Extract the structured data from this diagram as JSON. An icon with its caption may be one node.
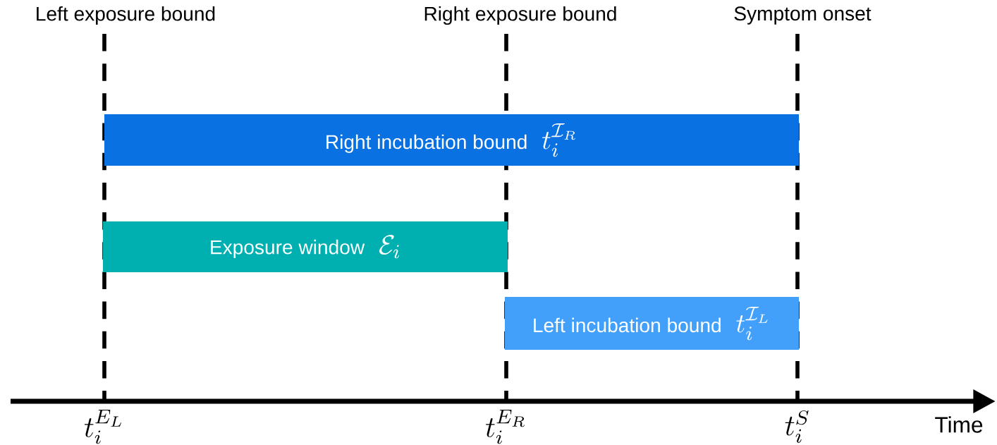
{
  "diagram": {
    "nodes": [
      {
        "text": [
          "Right incubation bound",
          "t_i^{\\mathcal{I}_R}"
        ]
      },
      {
        "text": [
          "Exposure window",
          "\\mathcal{E}_i"
        ]
      },
      {
        "text": [
          "Left incubation bound",
          "t_i^{\\mathcal{I}_L}"
        ]
      }
    ],
    "labels": [
      "Left exposure bound",
      "Right exposure bound",
      "Symptom onset",
      "t_i^{E_L}",
      "t_i^{E_R}",
      "t_i^{S}",
      "Time"
    ]
  }
}
